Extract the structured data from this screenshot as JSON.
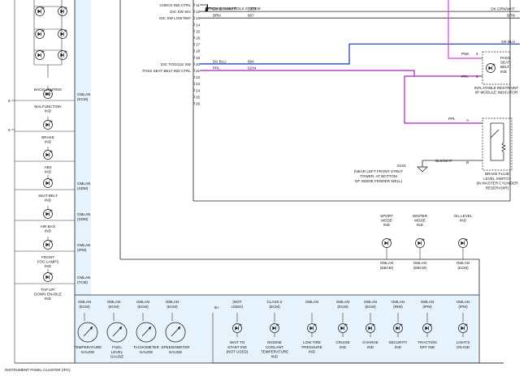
{
  "colors": {
    "green": "#2aa02a",
    "brown": "#8b5a2b",
    "blue": "#1a2fd0",
    "pink": "#e040d0",
    "purple": "#b020c0",
    "cluster_bg": "#e6f3fc",
    "wire": "#222222"
  },
  "left_indicators": [
    {
      "label": "BACKLIGHTING\nIND",
      "bus": ""
    },
    {
      "label": "MALFUNCTION\nIND",
      "bus": "GMLAN\n(ECM)"
    },
    {
      "label": "BRAKE\nIND",
      "bus": ""
    },
    {
      "label": "ABS\nIND",
      "bus": ""
    },
    {
      "label": "SEAT BELT\nIND",
      "bus": "GMLAN\n(SDM)"
    },
    {
      "label": "AIR BAG\nIND",
      "bus": "GMLAN\n(SDM)"
    },
    {
      "label": "FRONT\nFOG LAMPS\nIND",
      "bus": "GMLAN\n(IPM)"
    },
    {
      "label": "TAP UP/\nDOWN ENABLE\nIND",
      "bus": "GMLAN\n(TCM)"
    }
  ],
  "left_pins": [
    "9",
    "9"
  ],
  "connector_pins": [
    "11",
    "12",
    "13",
    "14",
    "15",
    "16",
    "17",
    "18",
    "19",
    "20",
    "21",
    "22",
    "23",
    "24",
    "25",
    "26"
  ],
  "connector_labels": [
    {
      "pin": "11",
      "name": "CHECK IND CTRL"
    },
    {
      "pin": "12",
      "name": "DIC SW SIG"
    },
    {
      "pin": "13",
      "name": "DIC SW LOW REF"
    },
    {
      "pin": "20",
      "name": "DIC TOGGLE SW"
    },
    {
      "pin": "21",
      "name": "PASS SEAT BELT IND CTRL"
    }
  ],
  "ecs_label": "ENGINE CONTROLS SYSTEM",
  "wires": [
    {
      "color": "DK GRN/WHT",
      "circuit": "1350",
      "right_color": "DK GRN/WHT"
    },
    {
      "color": "BRN",
      "circuit": "897",
      "right_color": "BRN"
    },
    {
      "color": "",
      "circuit": "",
      "right_color": "DK BLU"
    },
    {
      "color": "DK BLU",
      "circuit": "894",
      "right_color": ""
    },
    {
      "color": "PPL",
      "circuit": "5234",
      "right_color": ""
    }
  ],
  "pass_seat_belt": {
    "label": "PASS\nSEAT\nBELT\nIND",
    "pin_a": "4",
    "pin_b": "5",
    "wire_a": "PNK",
    "wire_b": "PPL",
    "caption": "INFLATABLE RESTRAINT\nI/P MODULE INDICATOR"
  },
  "brake_fluid": {
    "pin_a": "A",
    "pin_b": "B",
    "wire_a": "PPL",
    "wire_b": "BLK/WHT",
    "caption": "BRAKE FLUID\nLEVEL SWITCH\n(IN MASTER CYLINDER\nRESERVOIR)"
  },
  "ground": {
    "id": "G101",
    "desc": "(NEAR LEFT FRONT STRUT\nTOWER, AT BOTTOM\nOF INSIDE FENDER WELL)"
  },
  "upper_right_indicators": [
    {
      "label": "SPORT\nMODE\nIND",
      "bus": "GMLAN\n(EBCM)"
    },
    {
      "label": "WINTER\nMODE\nIND",
      "bus": "GMLAN\n(EBCM)"
    },
    {
      "label": "OIL LEVEL\nIND",
      "bus": "GMLAN\n(ECM)"
    }
  ],
  "gauges": [
    {
      "label": "TEMPERATURE\nGAUGE",
      "bus": "GMLAN\n(ECM)"
    },
    {
      "label": "FUEL\nLEVEL\nGAUGE",
      "bus": "GMLAN\n(ECM)"
    },
    {
      "label": "TACHOMETER\nGAUGE",
      "bus": "GMLAN\n(ECM)"
    },
    {
      "label": "SPEEDOMETER\nGAUGE",
      "bus": "GMLAN\n(ECM)"
    }
  ],
  "b_plus": "B+",
  "bottom_indicators": [
    {
      "label": "WAIT TO\nSTART IND\n(NOT USED)",
      "bus": "(NOT\nUSED)"
    },
    {
      "label": "ENGINE\nCOOLANT\nTEMPERATURE\nIND",
      "bus": "CLASS 2\n(ECM)"
    },
    {
      "label": "LOW TIRE\nPRESSURE\nIND",
      "bus": "GMLAN"
    },
    {
      "label": "CRUISE\nIND",
      "bus": "GMLAN\n(ECM)"
    },
    {
      "label": "CHARGE\nIND",
      "bus": "GMLAN\n(ECM)"
    },
    {
      "label": "SECURITY\nIND",
      "bus": "GMLAN\n(RIM)"
    },
    {
      "label": "TRACTION\nOFF IND",
      "bus": "GMLAN\n(IPM)"
    },
    {
      "label": "LIGHTS\nON IND",
      "bus": "GMLAN\n(IPM)"
    }
  ],
  "cluster_caption": "INSTRUMENT PANEL CLUSTER (IPC)"
}
